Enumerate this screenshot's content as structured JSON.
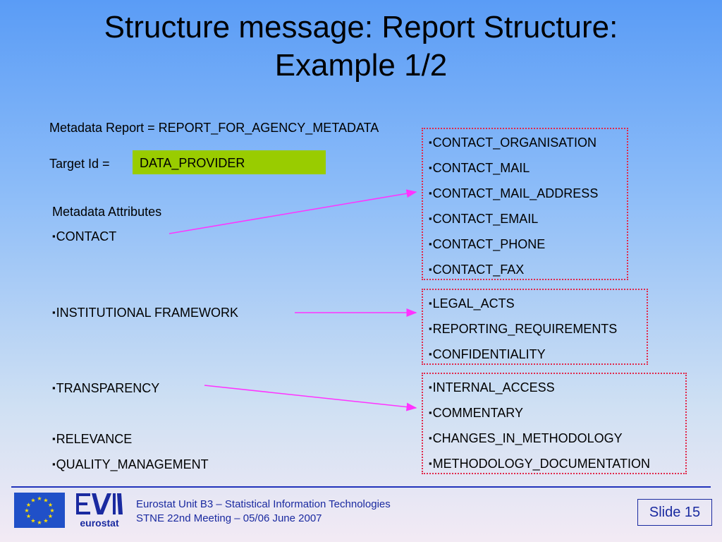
{
  "title_line1": "Structure message: Report Structure:",
  "title_line2": "Example 1/2",
  "metadata_report": "Metadata Report = REPORT_FOR_AGENCY_METADATA",
  "target_id_label": "Target Id =",
  "target_id_value": "DATA_PROVIDER",
  "metadata_attributes_label": "Metadata Attributes",
  "attributes": [
    "CONTACT",
    "INSTITUTIONAL FRAMEWORK",
    "TRANSPARENCY",
    "RELEVANCE",
    "QUALITY_MANAGEMENT"
  ],
  "contact_box": [
    "CONTACT_ORGANISATION",
    "CONTACT_MAIL",
    "CONTACT_MAIL_ADDRESS",
    "CONTACT_EMAIL",
    "CONTACT_PHONE",
    "CONTACT_FAX"
  ],
  "institutional_box": [
    "LEGAL_ACTS",
    "REPORTING_REQUIREMENTS",
    "CONFIDENTIALITY"
  ],
  "transparency_box": [
    "INTERNAL_ACCESS",
    "COMMENTARY",
    "CHANGES_IN_METHODOLOGY",
    "METHODOLOGY_DOCUMENTATION"
  ],
  "footer": {
    "line1": "Eurostat Unit B3 – Statistical Information Technologies",
    "line2": "STNE 22nd Meeting – 05/06 June 2007",
    "logo_text": "eurostat",
    "slide_label": "Slide 15"
  },
  "colors": {
    "arrow": "#ff33ff",
    "box_border": "#e0284a",
    "target_fill": "#99cc00",
    "footer_text": "#1a2aa0"
  }
}
